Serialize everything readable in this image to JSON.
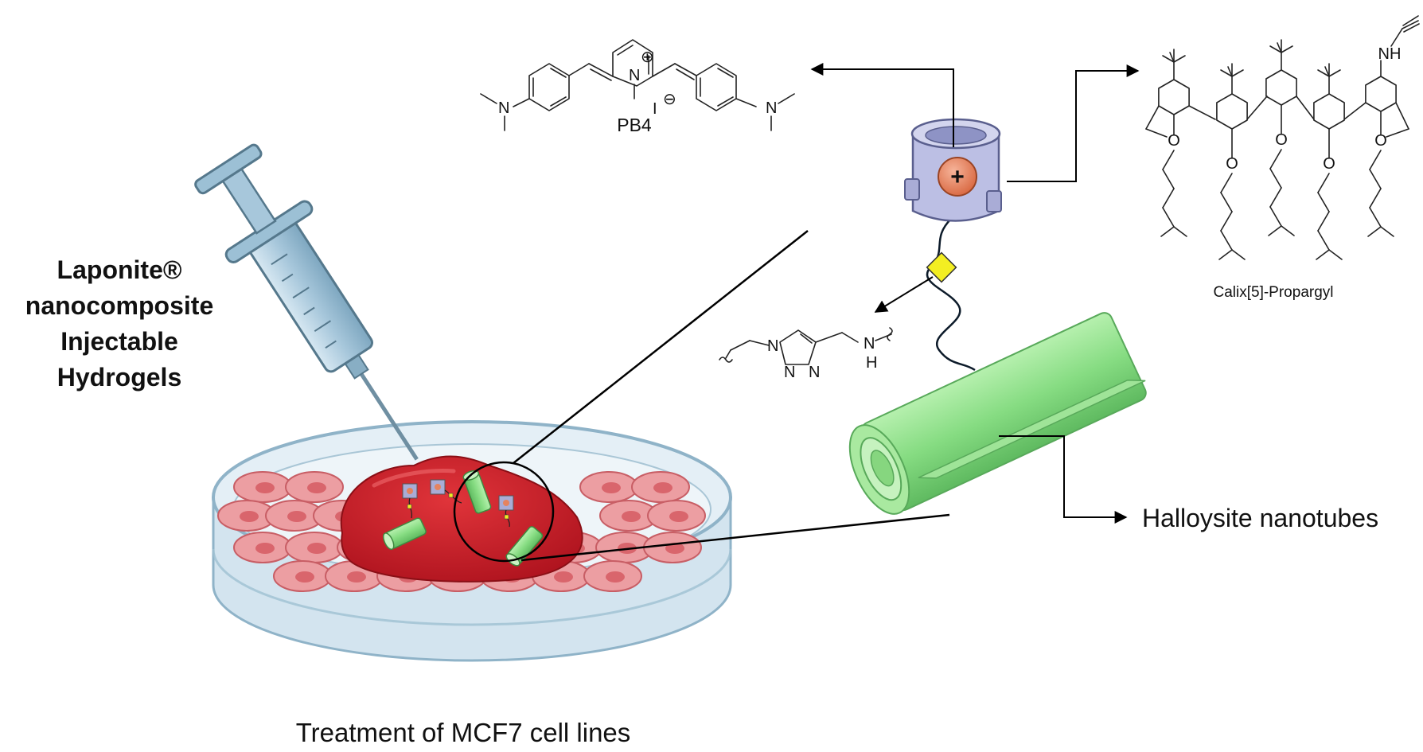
{
  "title_lines": [
    "Laponite®",
    "nanocomposite",
    "Injectable",
    "Hydrogels"
  ],
  "caption": "Treatment of MCF7 cell lines",
  "labels": {
    "pb4": "PB4",
    "calix": "Calix[5]-Propargyl",
    "halloysite": "Halloysite nanotubes"
  },
  "chem_atoms": {
    "n_amine": "N",
    "n_pyridinium": "N",
    "iodide": "I",
    "charge_minus": "⊖",
    "charge_plus": "⊕",
    "nh": "NH",
    "h": "H",
    "triazole_n1": "N",
    "triazole_n2": "N",
    "triazole_n3": "N",
    "oxygen": "O"
  },
  "cation_symbol": "+",
  "colors": {
    "hydrogel_red": "#c8202a",
    "cell_pink": "#e98a8f",
    "dish_blue": "#bcd6e6",
    "nanotube_green": "#8ee08a",
    "host_lavender": "#a9acd6",
    "guest_orange": "#e5835f",
    "triazole_yellow": "#f3ee22",
    "syringe_blue": "#8fb7cf"
  }
}
